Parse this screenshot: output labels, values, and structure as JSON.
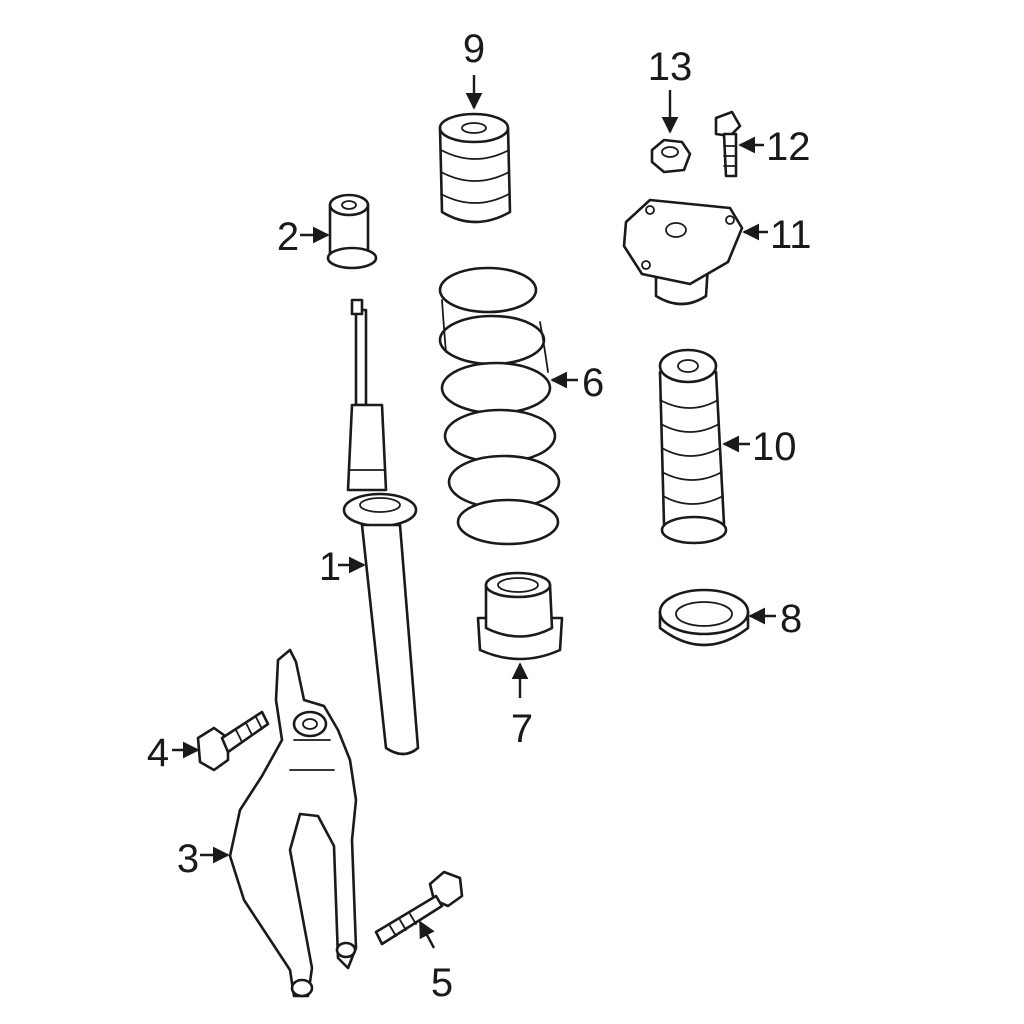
{
  "diagram": {
    "callouts": {
      "c1": "1",
      "c2": "2",
      "c3": "3",
      "c4": "4",
      "c5": "5",
      "c6": "6",
      "c7": "7",
      "c8": "8",
      "c9": "9",
      "c10": "10",
      "c11": "11",
      "c12": "12",
      "c13": "13"
    },
    "colors": {
      "line": "#1a1a1a",
      "background": "#ffffff"
    }
  }
}
